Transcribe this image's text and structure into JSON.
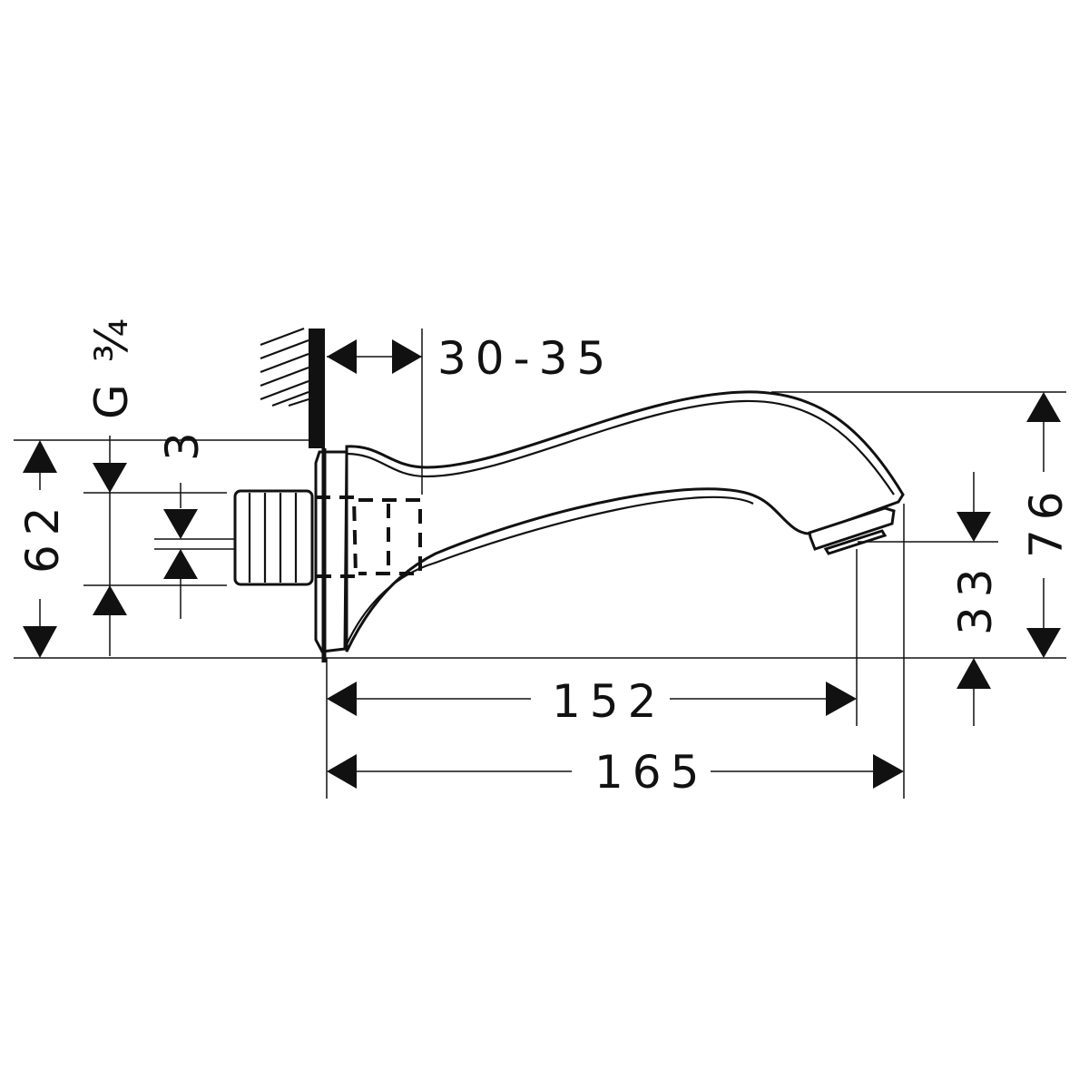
{
  "drawing": {
    "subject": "Wall-mounted bath spout dimension drawing",
    "units": "mm",
    "thread_label": "G ¾",
    "dimensions": {
      "wall_depth": "30-35",
      "flange_offset": "3",
      "height_inlet": "62",
      "total_height": "76",
      "outlet_height": "33",
      "projection_outlet": "152",
      "projection_total": "165"
    }
  }
}
